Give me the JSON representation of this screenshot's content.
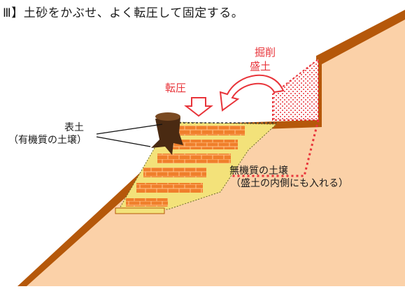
{
  "title": "Ⅲ】土砂をかぶせ、よく転圧して固定する。",
  "labels": {
    "surface_soil": "表土",
    "surface_soil_note": "（有機質の土壌）",
    "inorganic_soil": "無機質の土壌",
    "inorganic_soil_note": "（盛土の内側にも入れる）",
    "compaction": "転圧",
    "excavation": "掘削",
    "embankment": "盛土"
  },
  "colors": {
    "ground_fill": "#fbd1a8",
    "ground_edge": "#b5580a",
    "fill_yellow": "#f3e27a",
    "log_orange": "#f07f2b",
    "log_face": "#ffc48a",
    "accent_red": "#e8343a",
    "stump_brown": "#4a2a12"
  }
}
